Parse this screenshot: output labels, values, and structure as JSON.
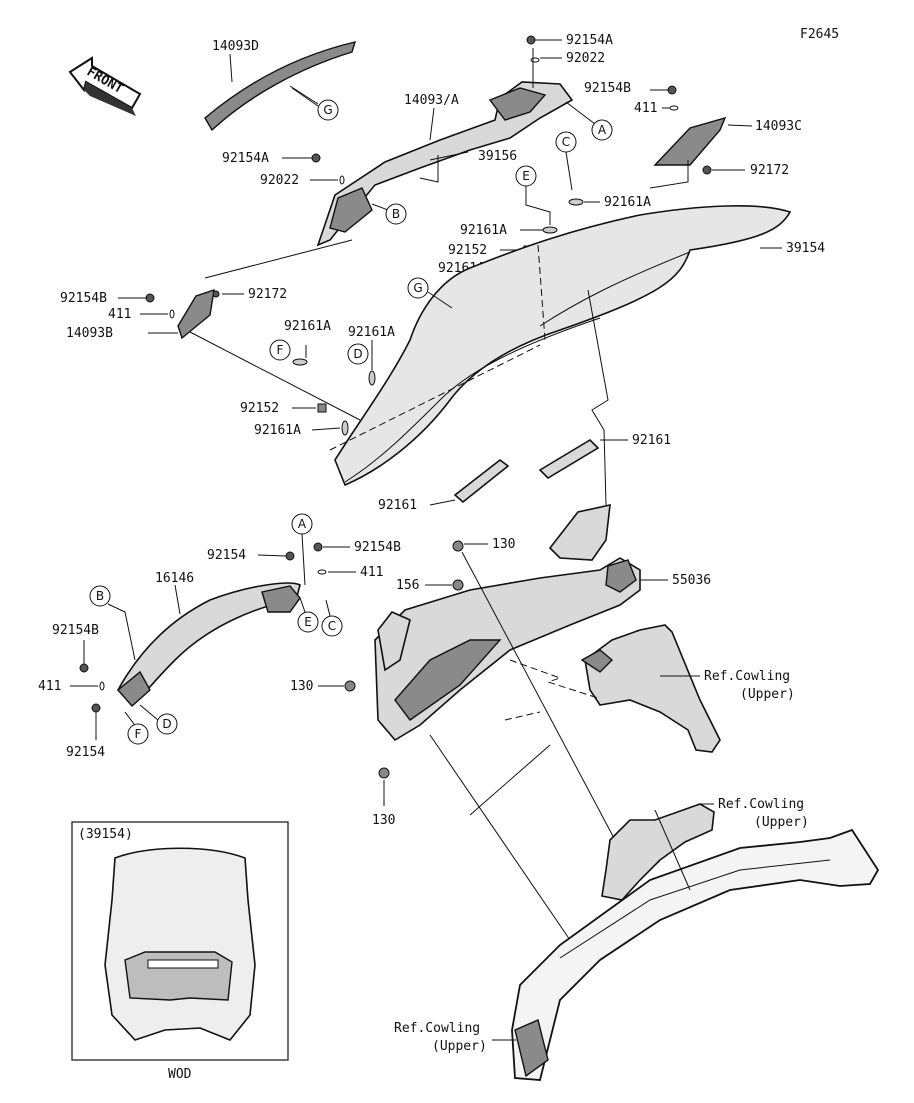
{
  "figure_code": "F2645",
  "front_arrow": "FRONT",
  "parts": {
    "p14093D": "14093D",
    "p14093A": "14093/A",
    "p39156": "39156",
    "p92154A_top": "92154A",
    "p92022_top": "92022",
    "p92154B_top": "92154B",
    "p411_top": "411",
    "p14093C": "14093C",
    "p92172_r": "92172",
    "p92154A_l": "92154A",
    "p92022_l": "92022",
    "p92161A_r": "92161A",
    "p92161A_m": "92161A",
    "p92152_m": "92152",
    "p92161A_m2": "92161A",
    "p39154": "39154",
    "p92154B_l": "92154B",
    "p92172_l": "92172",
    "p411_l": "411",
    "p14093B": "14093B",
    "p92161A_a": "92161A",
    "p92161A_b": "92161A",
    "p92152_l": "92152",
    "p92161A_c": "92161A",
    "p92161_r": "92161",
    "p92161_l": "92161",
    "p92154_b": "92154",
    "p92154B_b": "92154B",
    "p411_b": "411",
    "p16146": "16146",
    "p92154B_bl": "92154B",
    "p411_bl": "411",
    "p92154_bl": "92154",
    "p130_a": "130",
    "p156": "156",
    "p55036": "55036",
    "p130_b": "130",
    "p130_c": "130",
    "ref_cowling_1a": "Ref.Cowling",
    "ref_cowling_1b": "(Upper)",
    "ref_cowling_2a": "Ref.Cowling",
    "ref_cowling_2b": "(Upper)",
    "ref_cowling_3a": "Ref.Cowling",
    "ref_cowling_3b": "(Upper)"
  },
  "callouts": {
    "A": "A",
    "B": "B",
    "C": "C",
    "D": "D",
    "E": "E",
    "F": "F",
    "G": "G"
  },
  "inset": {
    "title": "(39154)",
    "caption": "WOD"
  }
}
